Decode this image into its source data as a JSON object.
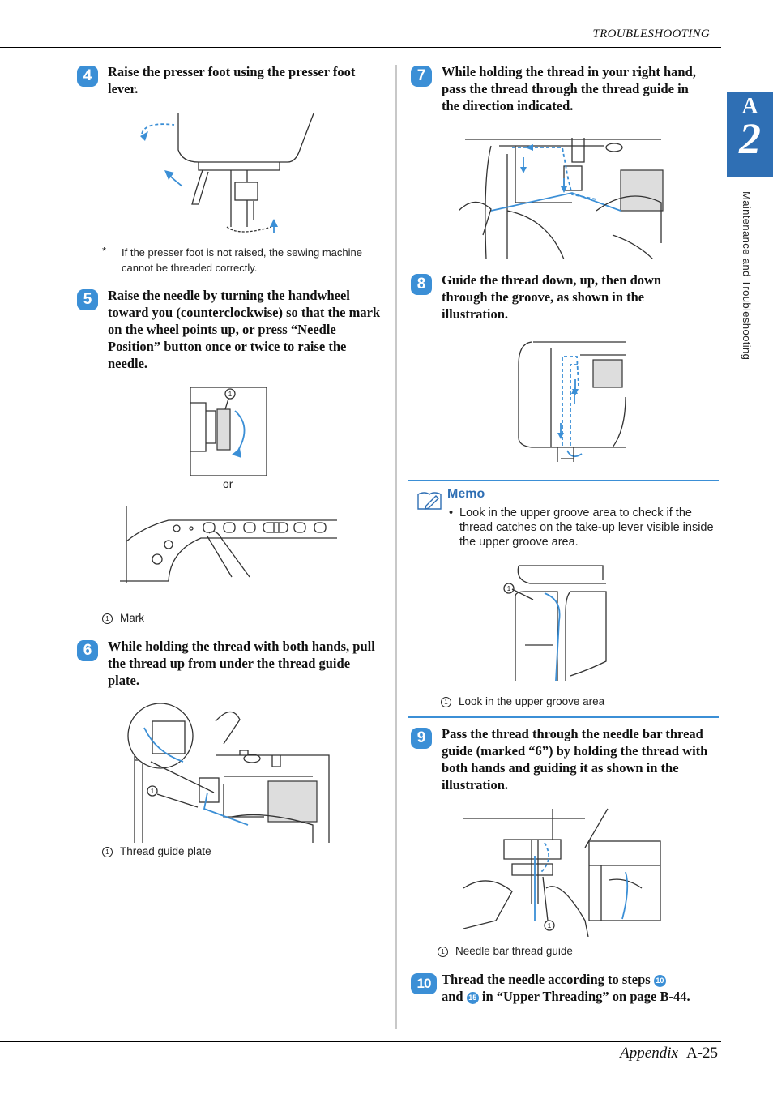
{
  "header": {
    "title": "TROUBLESHOOTING"
  },
  "side_tab": {
    "letter": "A",
    "number": "2",
    "section_label": "Maintenance and Troubleshooting"
  },
  "steps": [
    {
      "num": "4",
      "text": "Raise the presser foot using the presser foot lever."
    },
    {
      "num": "5",
      "text": "Raise the needle by turning the handwheel toward you (counterclockwise) so that the mark on the wheel points up, or press “Needle Position” button once or twice to raise the needle."
    },
    {
      "num": "6",
      "text": "While holding the thread with both hands, pull the thread up from under the thread guide plate."
    },
    {
      "num": "7",
      "text": "While holding the thread in your right hand, pass the thread through the thread guide in the direction indicated."
    },
    {
      "num": "8",
      "text": "Guide the thread down, up, then down through the groove, as shown in the illustration."
    },
    {
      "num": "9",
      "text": "Pass the thread through the needle bar thread guide (marked “6”) by holding the thread with both hands and guiding it as shown in the illustration."
    },
    {
      "num": "10",
      "text_a": "Thread the needle according to steps",
      "ref1": "10",
      "text_b": "and",
      "ref2": "15",
      "text_c": "in “Upper Threading” on page B-44."
    }
  ],
  "notes": {
    "presser_foot": {
      "mark": "*",
      "text": "If the presser foot is not raised, the sewing machine cannot be threaded correctly."
    }
  },
  "or_label": "or",
  "legends": {
    "step5": {
      "num": "1",
      "label": "Mark"
    },
    "step6": {
      "num": "1",
      "label": "Thread guide plate"
    },
    "memo": {
      "num": "1",
      "label": "Look in the upper groove area"
    },
    "step9": {
      "num": "1",
      "label": "Needle bar thread guide"
    }
  },
  "memo": {
    "title": "Memo",
    "bullet": "Look in the upper groove area to check if the thread catches on the take-up lever visible inside the upper groove area."
  },
  "callout": "1",
  "footer": {
    "section": "Appendix",
    "page": "A-25"
  },
  "colors": {
    "accent": "#3b8fd6",
    "tab": "#2f6fb4"
  }
}
